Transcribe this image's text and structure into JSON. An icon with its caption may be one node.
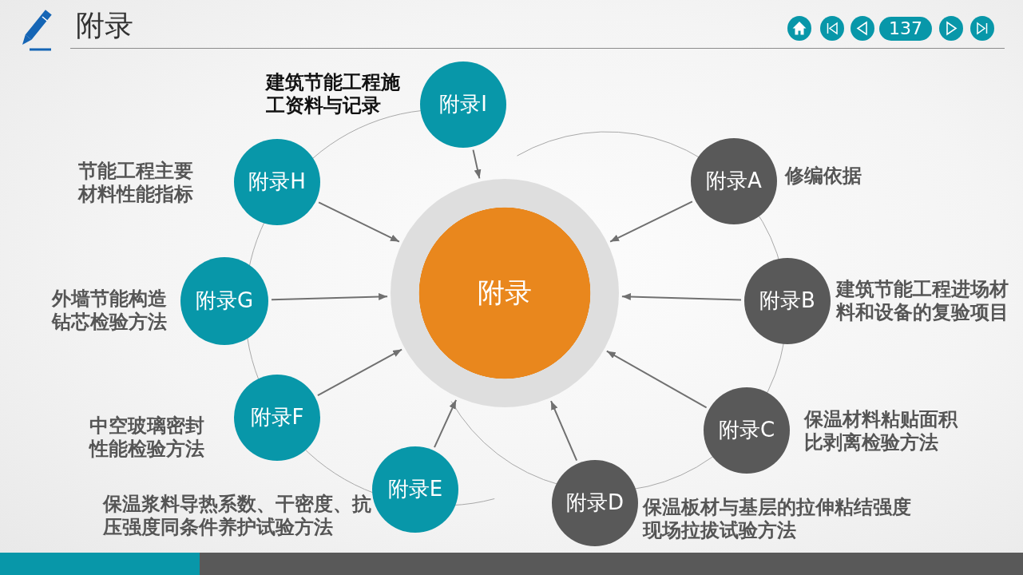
{
  "diagram": {
    "title": "附录",
    "nodes": [
      {
        "text": [
          "附录"
        ]
      },
      {
        "text": [
          "附录A"
        ],
        "beside": [
          "修编依据"
        ]
      },
      {
        "text": [
          "附录B"
        ],
        "beside": [
          "建筑节能工程进场材料和设备的复验项目"
        ]
      },
      {
        "text": [
          "附录C"
        ],
        "beside": [
          "保温材料粘贴面积比剥离检验方法"
        ]
      },
      {
        "text": [
          "附录D"
        ],
        "beside": [
          "保温板材与基层的拉伸粘结强度现场拉拔试验方法"
        ]
      },
      {
        "text": [
          "附录E"
        ],
        "beside": [
          "保温浆料导热系数、干密度、抗压强度同条件养护试验方法"
        ]
      },
      {
        "text": [
          "附录F"
        ],
        "beside": [
          "中空玻璃密封性能检验方法"
        ]
      },
      {
        "text": [
          "附录G"
        ],
        "beside": [
          "外墙节能构造钻芯检验方法"
        ]
      },
      {
        "text": [
          "附录H"
        ],
        "beside": [
          "节能工程主要材料性能指标"
        ]
      },
      {
        "text": [
          "附录I"
        ],
        "beside": [
          "建筑节能工程施工资料与记录"
        ]
      }
    ],
    "edges": [
      {
        "from": 1,
        "to": 0,
        "arrow": "to"
      },
      {
        "from": 2,
        "to": 0,
        "arrow": "to"
      },
      {
        "from": 3,
        "to": 0,
        "arrow": "to"
      },
      {
        "from": 4,
        "to": 0,
        "arrow": "to"
      },
      {
        "from": 5,
        "to": 0,
        "arrow": "to"
      },
      {
        "from": 6,
        "to": 0,
        "arrow": "to"
      },
      {
        "from": 7,
        "to": 0,
        "arrow": "to"
      },
      {
        "from": 8,
        "to": 0,
        "arrow": "to"
      },
      {
        "from": 9,
        "to": 0,
        "arrow": "to"
      }
    ],
    "labels": [
      "137"
    ]
  }
}
